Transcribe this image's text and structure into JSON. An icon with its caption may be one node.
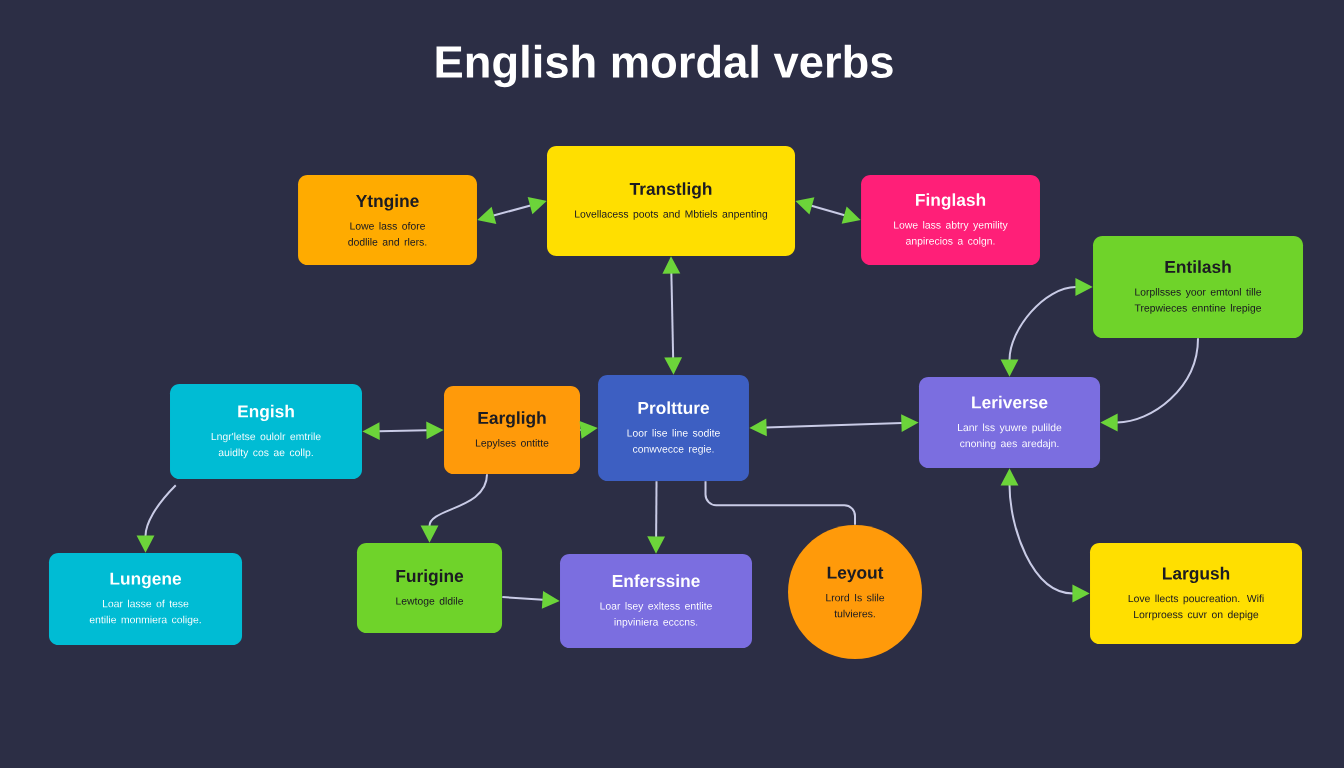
{
  "diagram": {
    "title": "English mordal verbs",
    "nodes": [
      {
        "text": [
          "Ytngine",
          "Lowe lass ofore dodlile and rlers."
        ]
      },
      {
        "text": [
          "Transtligh",
          "Lovellacess poots and Mbtiels anpenting"
        ]
      },
      {
        "text": [
          "Finglash",
          "Lowe lass abtry yemility anpirecios a colgn."
        ]
      },
      {
        "text": [
          "Entilash",
          "Lorpllsses yoor emtonl tille Trepwieces enntine lrepige"
        ]
      },
      {
        "text": [
          "Engish",
          "Lngr'letse oulolr emtrile auidlty cos ae collp."
        ]
      },
      {
        "text": [
          "Eargligh",
          "Lepylses ontitte"
        ]
      },
      {
        "text": [
          "Proltture",
          "Loor lise line sodite conwvecce regie."
        ]
      },
      {
        "text": [
          "Leriverse",
          "Lanr lss yuwre pulilde cnoning aes aredajn."
        ]
      },
      {
        "text": [
          "Lungene",
          "Loar lasse of tese entilie monmiera colige."
        ]
      },
      {
        "text": [
          "Furigine",
          "Lewtoge dldile"
        ]
      },
      {
        "text": [
          "Enferssine",
          "Loar lsey exltess entlite inpviniera ecccns."
        ]
      },
      {
        "text": [
          "Leyout",
          "Lrord Is slile tulvieres."
        ]
      },
      {
        "text": [
          "Largush",
          "Love llects poucreation. Wifi Lorrproess cuvr on depige"
        ]
      }
    ],
    "edges": [
      {
        "from": 0,
        "to": 1,
        "arrow": "both"
      },
      {
        "from": 1,
        "to": 2,
        "arrow": "both"
      },
      {
        "from": 1,
        "to": 6,
        "arrow": "both"
      },
      {
        "from": 4,
        "to": 5,
        "arrow": "both"
      },
      {
        "from": 5,
        "to": 6,
        "arrow": "to"
      },
      {
        "from": 6,
        "to": 7,
        "arrow": "both"
      },
      {
        "from": 7,
        "to": 3,
        "arrow": "both"
      },
      {
        "from": 3,
        "to": 7,
        "arrow": "to"
      },
      {
        "from": 7,
        "to": 12,
        "arrow": "both"
      },
      {
        "from": 4,
        "to": 8,
        "arrow": "to"
      },
      {
        "from": 5,
        "to": 9,
        "arrow": "to"
      },
      {
        "from": 6,
        "to": 10,
        "arrow": "to"
      },
      {
        "from": 6,
        "to": 11,
        "arrow": "none"
      },
      {
        "from": 9,
        "to": 10,
        "arrow": "to"
      }
    ]
  }
}
